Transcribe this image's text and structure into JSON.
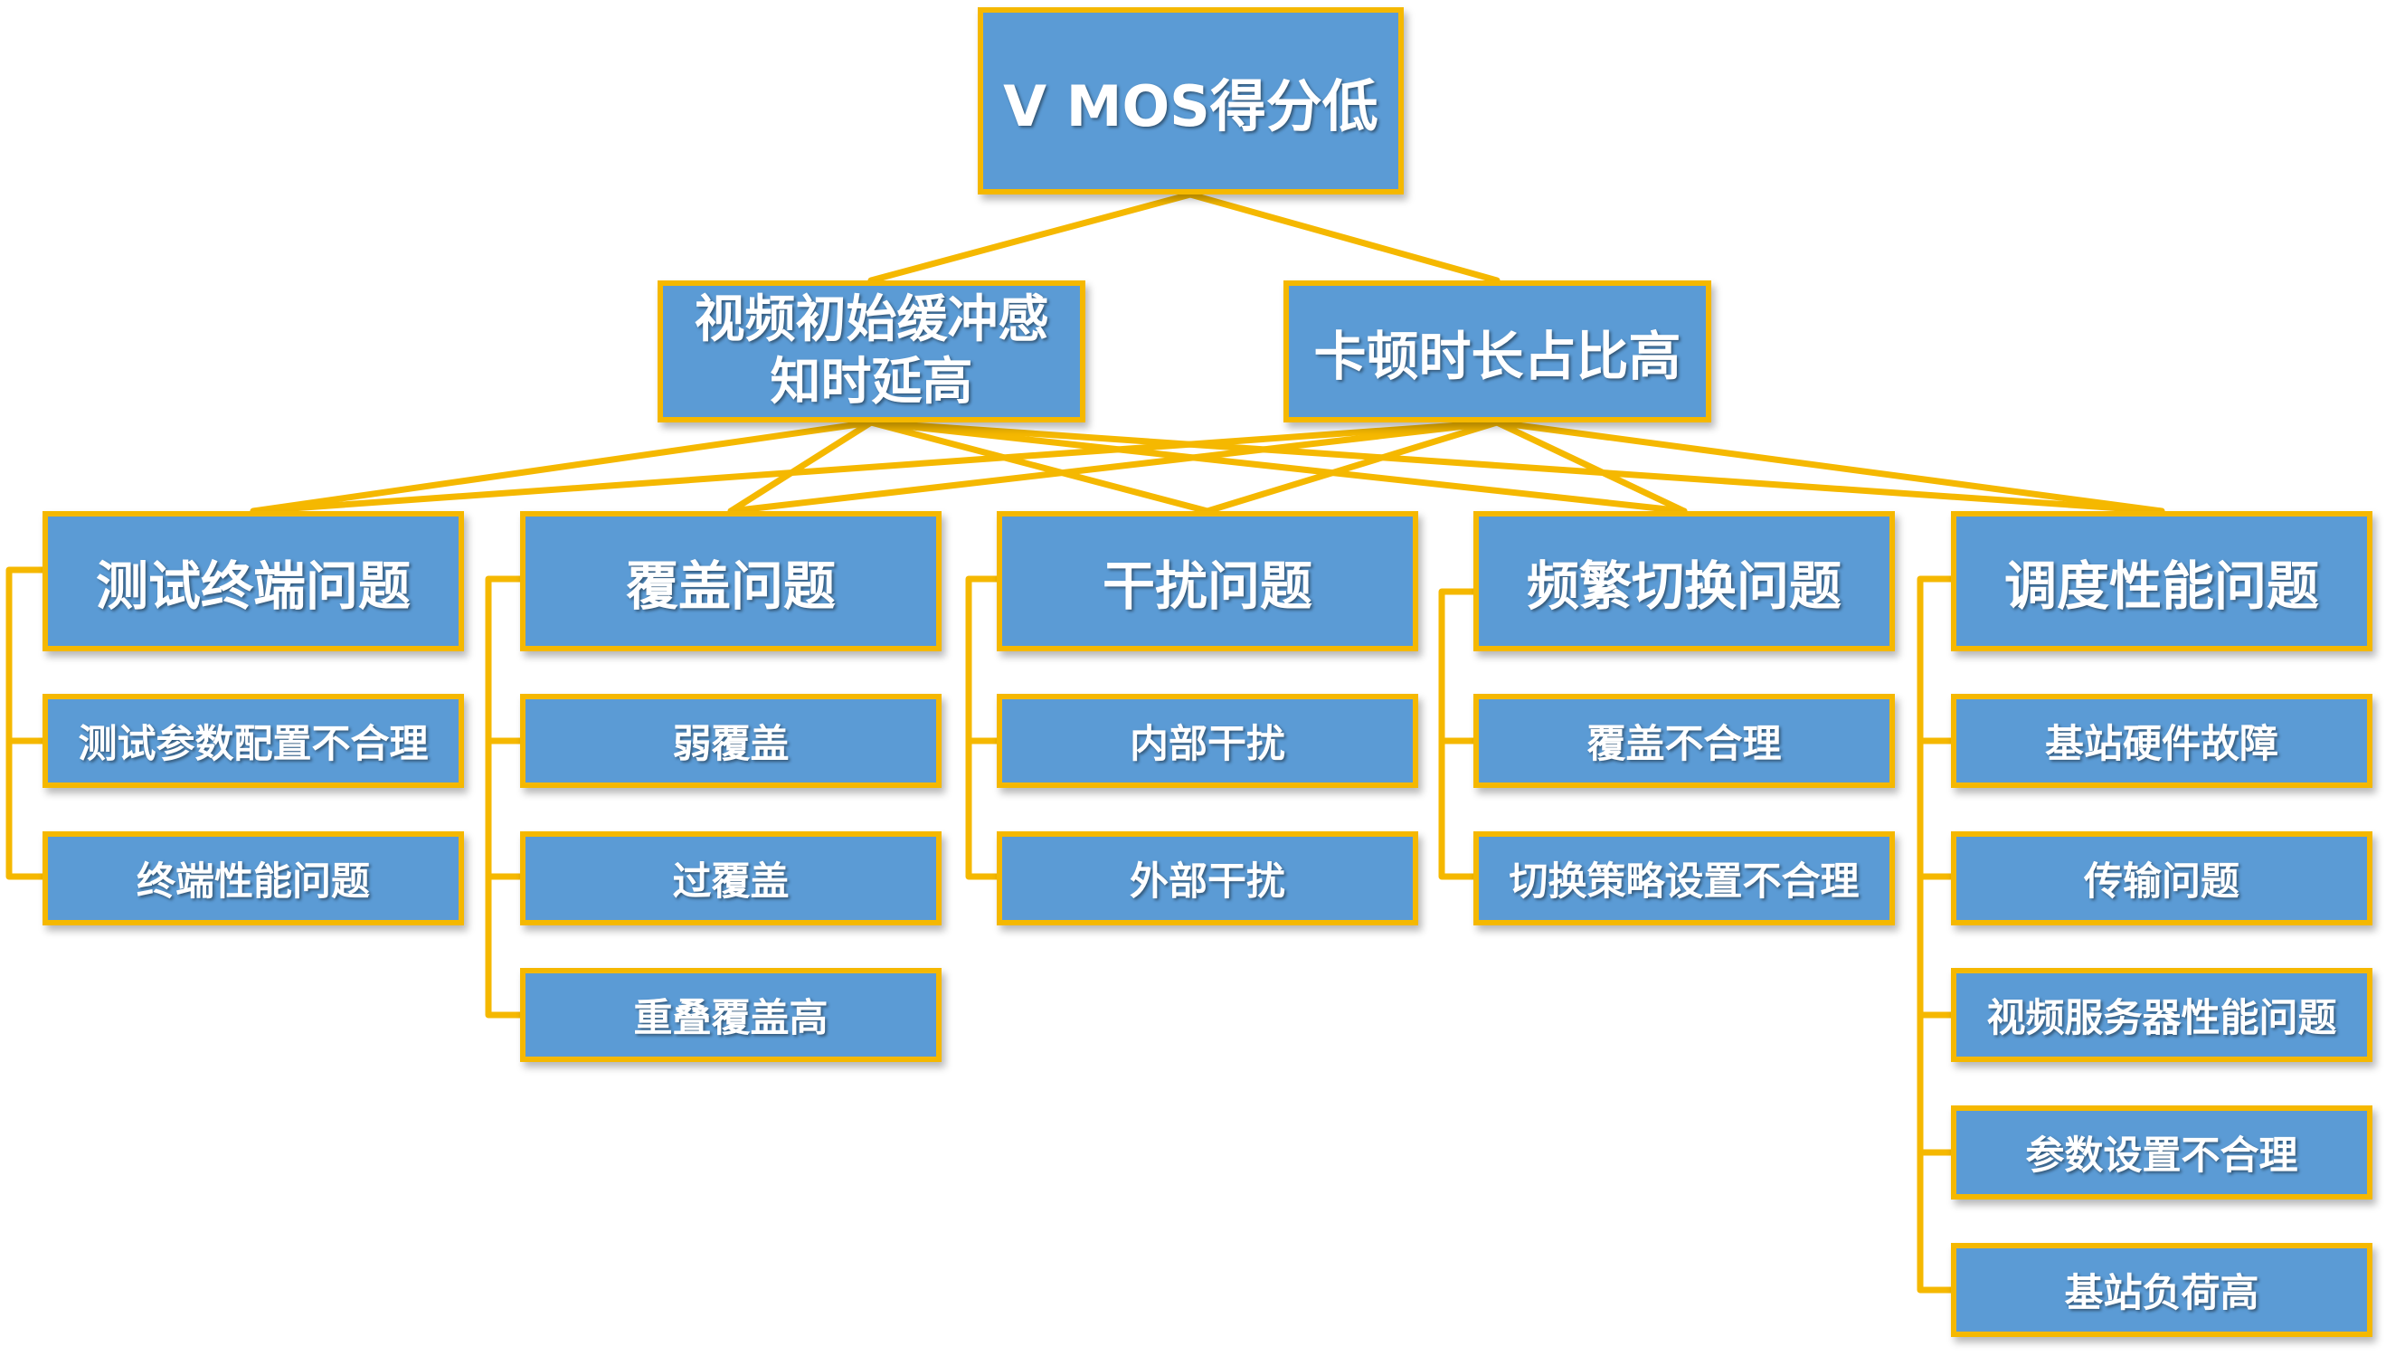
{
  "diagram": {
    "root": {
      "label": "V MOS得分低"
    },
    "middle": [
      {
        "label": "视频初始缓冲感知时延高"
      },
      {
        "label": "卡顿时长占比高"
      }
    ],
    "categories": [
      {
        "label": "测试终端问题",
        "items": [
          "测试参数配置不合理",
          "终端性能问题"
        ]
      },
      {
        "label": "覆盖问题",
        "items": [
          "弱覆盖",
          "过覆盖",
          "重叠覆盖高"
        ]
      },
      {
        "label": "干扰问题",
        "items": [
          "内部干扰",
          "外部干扰"
        ]
      },
      {
        "label": "频繁切换问题",
        "items": [
          "覆盖不合理",
          "切换策略设置不合理"
        ]
      },
      {
        "label": "调度性能问题",
        "items": [
          "基站硬件故障",
          "传输问题",
          "视频服务器性能问题",
          "参数设置不合理",
          "基站负荷高"
        ]
      }
    ],
    "colors": {
      "box_fill": "#5B9BD5",
      "box_border": "#F5B800",
      "connector": "#F5B800",
      "text": "#ffffff"
    }
  }
}
